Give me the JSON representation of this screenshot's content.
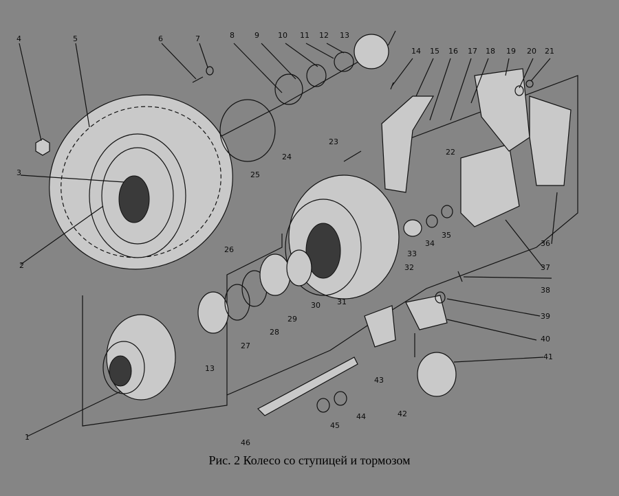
{
  "caption": "Рис. 2 Колесо со ступицей и тормозом",
  "callouts": [
    "1",
    "2",
    "3",
    "4",
    "5",
    "6",
    "7",
    "8",
    "9",
    "10",
    "11",
    "12",
    "13",
    "14",
    "15",
    "16",
    "17",
    "18",
    "19",
    "20",
    "21",
    "22",
    "23",
    "24",
    "25",
    "26",
    "27",
    "28",
    "29",
    "30",
    "31",
    "32",
    "33",
    "34",
    "35",
    "36",
    "37",
    "38",
    "39",
    "40",
    "41",
    "42",
    "43",
    "44",
    "45",
    "46",
    "13"
  ],
  "colors": {
    "background": "#858585",
    "ink": "#111111"
  }
}
